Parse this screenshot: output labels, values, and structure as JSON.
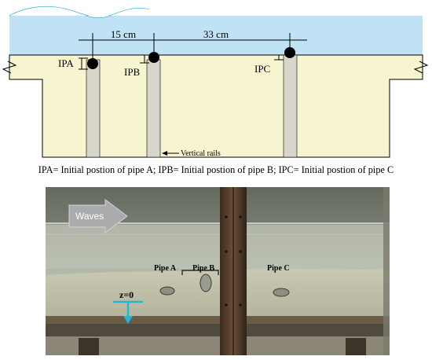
{
  "schematic": {
    "dim_left": "15 cm",
    "dim_right": "33 cm",
    "label_a": "IPA",
    "label_b": "IPB",
    "label_c": "IPC",
    "rail_label": "Vertical rails",
    "caption": "IPA= Initial postion of pipe A; IPB= Initial postion of pipe B; IPC= Initial postion of pipe C",
    "colors": {
      "water": "#bfe2f5",
      "wave_line": "#3aaed8",
      "sediment": "#f7f5d0",
      "rail": "#d8d6cc",
      "pipe": "#000000"
    }
  },
  "photo": {
    "waves_label": "Waves",
    "pipe_a_label": "Pipe A",
    "pipe_b_label": "Pipe B",
    "pipe_c_label": "Pipe C",
    "datum_label": "z=0",
    "colors": {
      "datum_arrow": "#1fb8d8"
    }
  }
}
